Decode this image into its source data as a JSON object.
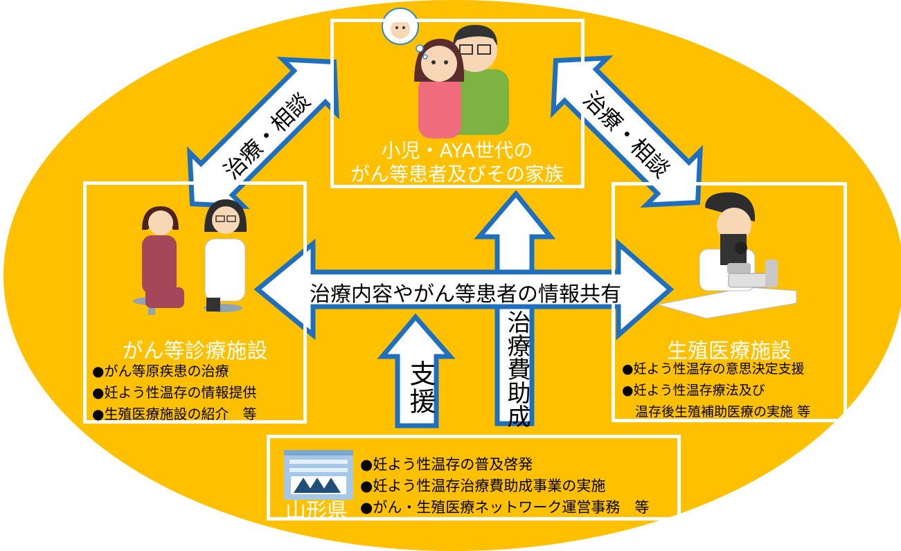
{
  "colors": {
    "background": "#FFC000",
    "arrow_border": "#1F6FC0",
    "box_border": "#FFFFFF"
  },
  "patient": {
    "line1": "小児・AYA世代の",
    "line2": "がん等患者及びその家族"
  },
  "arrows": {
    "left_diag": "治療・相談",
    "right_diag": "治療・相談",
    "horizontal": "治療内容やがん等患者の情報共有",
    "support": "支援",
    "subsidy": "治療費助成"
  },
  "cancer_facility": {
    "title": "がん等診療施設",
    "items": [
      "●がん等原疾患の治療",
      "●妊よう性温存の情報提供",
      "●生殖医療施設の紹介　等"
    ]
  },
  "repro_facility": {
    "title": "生殖医療施設",
    "items": [
      "●妊よう性温存の意思決定支援",
      "●妊よう性温存療法及び",
      "　温存後生殖補助医療の実施 等"
    ]
  },
  "prefecture": {
    "name": "山形県",
    "items": [
      "●妊よう性温存の普及啓発",
      "●妊よう性温存治療費助成事業の実施",
      "●がん・生殖医療ネットワーク運営事務　等"
    ]
  },
  "icons": [
    "baby-thought-icon",
    "worried-couple-icon",
    "patient-doctor-consult-icon",
    "microscope-researcher-icon",
    "prefecture-building-icon"
  ]
}
